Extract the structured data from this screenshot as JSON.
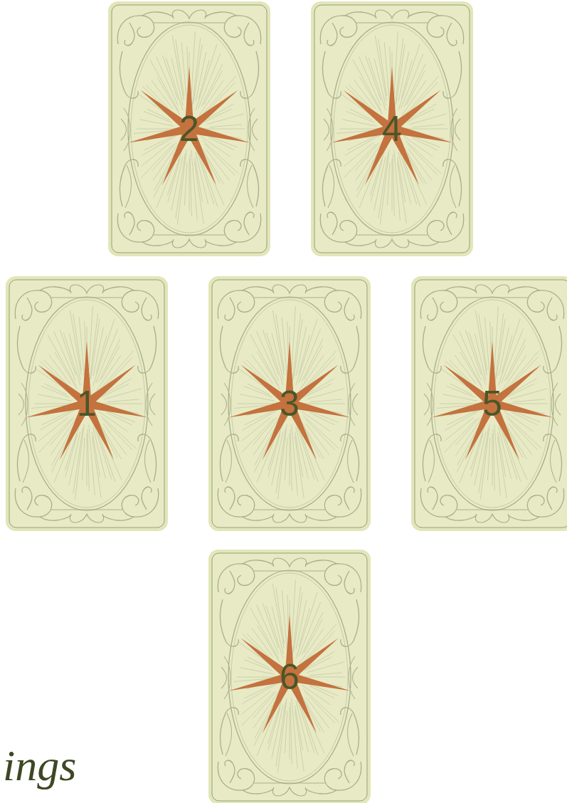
{
  "diagram": {
    "nodes": [
      {
        "text": [
          "2"
        ]
      },
      {
        "text": [
          "4"
        ]
      },
      {
        "text": [
          "1"
        ]
      },
      {
        "text": [
          "3"
        ]
      },
      {
        "text": [
          "5"
        ]
      },
      {
        "text": [
          "6"
        ]
      }
    ],
    "labels": [
      "ings"
    ]
  }
}
